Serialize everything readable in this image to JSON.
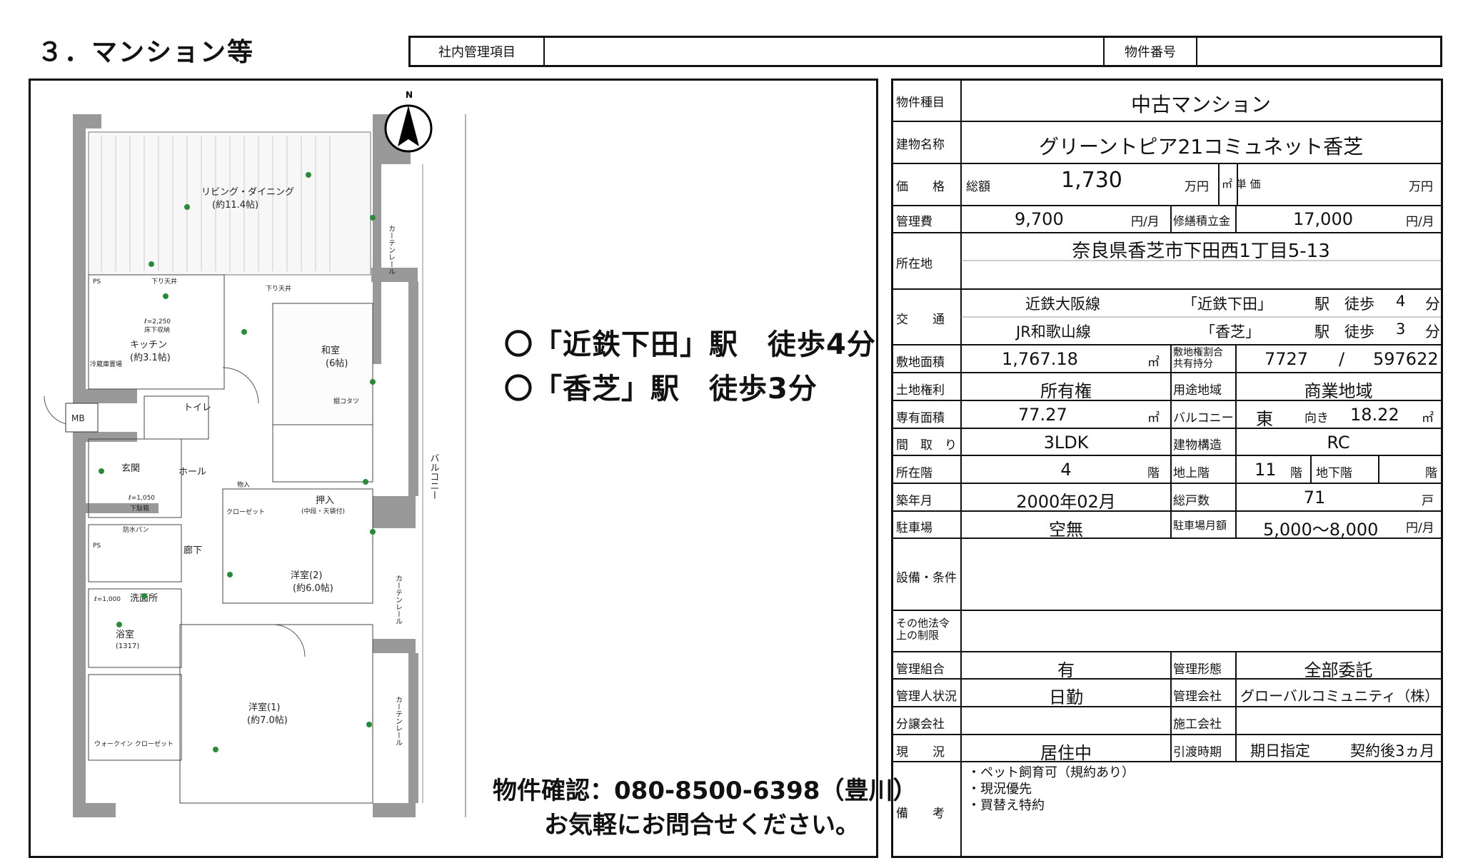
{
  "section_title": "３．マンション等",
  "header": {
    "internal_label": "社内管理項目",
    "internal_value": "",
    "property_no_label": "物件番号",
    "property_no_value": ""
  },
  "plan": {
    "access_lines": [
      "〇「近鉄下田」駅　徒歩4分",
      "〇「香芝」駅　徒歩3分"
    ],
    "contact_line1": "物件確認：080-8500-6398（豊川）",
    "contact_line2": "お気軽にお問合せください。",
    "north": "N",
    "rooms": {
      "living": "リビング・ダイニング",
      "living_size": "(約11.4帖)",
      "kitchen": "キッチン",
      "kitchen_size": "(約3.1帖)",
      "washitsu": "和室",
      "washitsu_size": "(6帖)",
      "youshitsu2": "洋室(2)",
      "youshitsu2_size": "(約6.0帖)",
      "youshitsu1": "洋室(1)",
      "youshitsu1_size": "(約7.0帖)",
      "genkan": "玄関",
      "hall": "ホール",
      "rouka": "廊下",
      "toilet": "トイレ",
      "senmenjo": "洗面所",
      "yokushitsu": "浴室",
      "yokushitsu_size": "(1317)",
      "oshiire": "押入",
      "balcony": "バルコニー",
      "mb": "MB",
      "ps": "PS",
      "ps2": "PS",
      "closet": "クローゼット",
      "walkin": "ウォークイン クローゼット",
      "monoire": "物入",
      "shitabako": "下駄箱",
      "shitatenjo": "下り天井",
      "shitatenjo2": "下り天井",
      "yukashita": "床下収納",
      "kotatsu": "掘コタツ",
      "curtain": "カーテンレール",
      "bousui": "防水パン",
      "reizo": "冷蔵庫置場",
      "oshiire_sub": "(中段・天袋付)",
      "dim1": "ℓ=2,250",
      "dim2": "ℓ=1,050",
      "dim3": "ℓ=1,000"
    }
  },
  "table": {
    "rows": [
      {
        "label": "物件種目",
        "value": "中古マンション"
      },
      {
        "label": "建物名称",
        "value": "グリーントピア21コミュネット香芝"
      },
      {
        "label": "価　　格",
        "total_label": "総額",
        "total": "1,730",
        "unit_man": "万円",
        "sqm_label": "㎡ 単 価",
        "unit_man2": "万円"
      },
      {
        "label": "管理費",
        "value": "9,700",
        "unit": "円/月",
        "label2": "修繕積立金",
        "value2": "17,000",
        "unit2": "円/月"
      },
      {
        "label": "所在地",
        "value": "奈良県香芝市下田西1丁目5-13"
      },
      {
        "label": "交　　通",
        "line1": "近鉄大阪線",
        "station1": "「近鉄下田」",
        "eki1": "駅　徒歩",
        "min1": "4",
        "fun1": "分",
        "line2": "JR和歌山線",
        "station2": "「香芝」",
        "eki2": "駅　徒歩",
        "min2": "3",
        "fun2": "分"
      },
      {
        "label": "敷地面積",
        "value": "1,767.18",
        "unit": "㎡",
        "label2": "敷地権割合 共有持分",
        "share_num": "7727",
        "slash": "/",
        "share_den": "597622"
      },
      {
        "label": "土地権利",
        "value": "所有権",
        "label2": "用途地域",
        "value2": "商業地域"
      },
      {
        "label": "専有面積",
        "value": "77.27",
        "unit": "㎡",
        "label2": "バルコニー",
        "dir": "東",
        "muki": "向き",
        "value2": "18.22",
        "unit2": "㎡"
      },
      {
        "label": "間　取　り",
        "value": "3LDK",
        "label2": "建物構造",
        "value2": "RC"
      },
      {
        "label": "所在階",
        "value": "4",
        "unit": "階",
        "label2": "地上階",
        "value2": "11",
        "unit2": "階",
        "label3": "地下階",
        "unit3": "階"
      },
      {
        "label": "築年月",
        "value": "2000年02月",
        "label2": "総戸数",
        "value2": "71",
        "unit2": "戸"
      },
      {
        "label": "駐車場",
        "value": "空無",
        "label2": "駐車場月額",
        "value2": "5,000～8,000",
        "unit2": "円/月"
      },
      {
        "label": "設備・条件",
        "value": ""
      },
      {
        "label": "その他法令上の制限",
        "value": ""
      },
      {
        "label": "管理組合",
        "value": "有",
        "label2": "管理形態",
        "value2": "全部委託"
      },
      {
        "label": "管理人状況",
        "value": "日勤",
        "label2": "管理会社",
        "value2": "グローバルコミュニティ（株）"
      },
      {
        "label": "分譲会社",
        "value": "",
        "label2": "施工会社",
        "value2": ""
      },
      {
        "label": "現　　況",
        "value": "居住中",
        "label2": "引渡時期",
        "value2": "期日指定",
        "value3": "契約後3ヵ月"
      },
      {
        "label": "備　　考",
        "notes": [
          "・ペット飼育可（規約あり）",
          "・現況優先",
          "・買替え特約"
        ]
      }
    ]
  }
}
